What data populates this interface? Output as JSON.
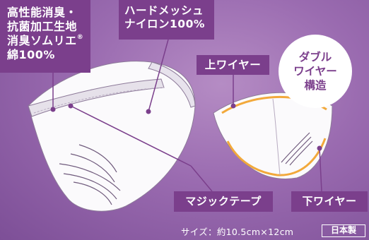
{
  "labels": {
    "material_lines": [
      "高性能消臭・",
      "抗菌加工生地",
      "消臭ソムリエ",
      "綿100%"
    ],
    "material_mark": "®",
    "mesh_lines": [
      "ハードメッシュ",
      "ナイロン100%"
    ],
    "upper_wire": "上ワイヤー",
    "double_wire_lines": [
      "ダブル",
      "ワイヤー",
      "構造"
    ],
    "magic_tape": "マジックテープ",
    "lower_wire": "下ワイヤー",
    "size": "サイズ：約10.5cm×12cm",
    "origin": "日本製"
  },
  "colors": {
    "label_bg": "#7b3f8c",
    "wire": "#f2a93b",
    "bg": "#9a6bb0"
  }
}
